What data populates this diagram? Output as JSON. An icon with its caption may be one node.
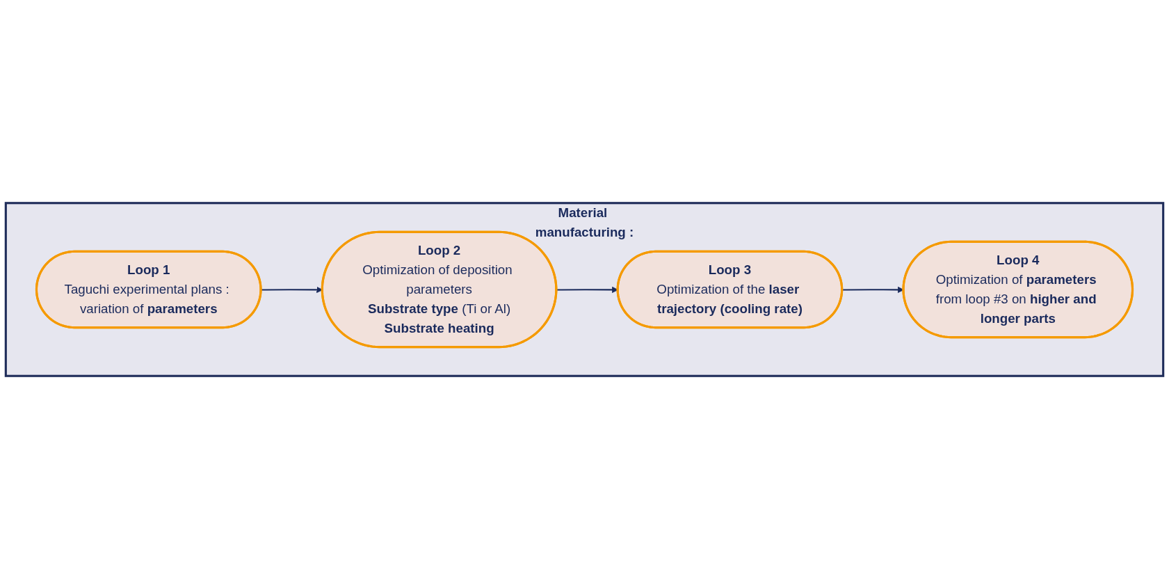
{
  "diagram": {
    "nodes": [
      {
        "text": [
          "Material manufacturing :"
        ]
      },
      {
        "text": [
          "Loop 1",
          "Taguchi experimental plans : variation of **parameters**"
        ],
        "in": 0
      },
      {
        "text": [
          "Loop 2",
          "Optimization of deposition parameters",
          "**Substrate type** (Ti or Al)",
          "**Substrate heating**"
        ],
        "in": 0
      },
      {
        "text": [
          "Loop 3",
          "Optimization of the **laser trajectory (cooling rate)**"
        ],
        "in": 0
      },
      {
        "text": [
          "Loop 4",
          "Optimization of **parameters** from loop #3 on **higher and longer parts**"
        ],
        "in": 0
      }
    ],
    "edges": [
      {
        "from": 1,
        "to": 2,
        "arrow": "to"
      },
      {
        "from": 2,
        "to": 3,
        "arrow": "to"
      },
      {
        "from": 3,
        "to": 4,
        "arrow": "to"
      }
    ]
  }
}
